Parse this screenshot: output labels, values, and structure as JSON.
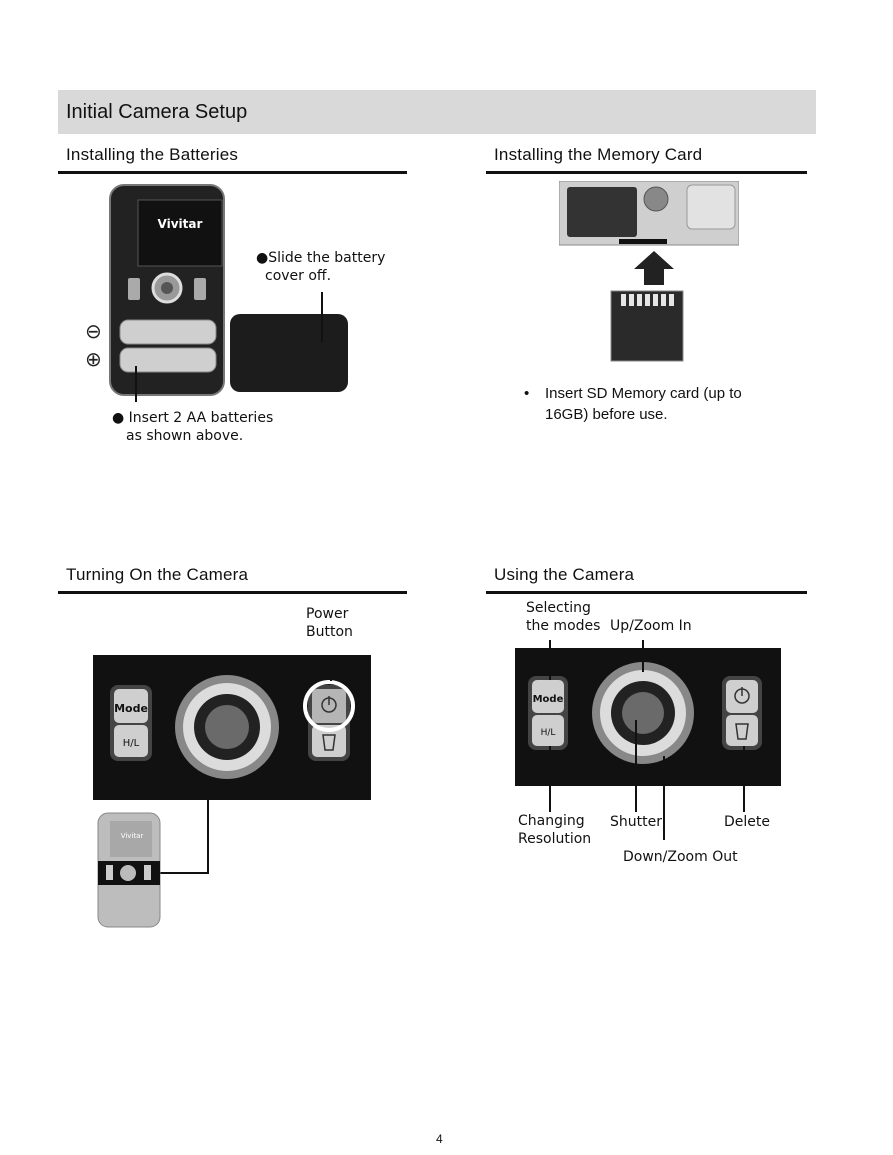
{
  "banner": {
    "title": "Initial Camera Setup"
  },
  "sections": {
    "batteries": {
      "title": "Installing the Batteries",
      "callout_cover": [
        "●Slide the battery",
        "cover off."
      ],
      "callout_batteries": [
        "● Insert 2 AA batteries",
        "as shown above."
      ],
      "camera_brand": "Vivitar",
      "polarity_minus": "⊖",
      "polarity_plus": "⊕"
    },
    "memory_card": {
      "title": "Installing the Memory Card",
      "bullet": "Insert SD Memory card (up to",
      "bullet_cont": "16GB) before use."
    },
    "turning_on": {
      "title": "Turning On the Camera",
      "callout_power": [
        "Power",
        "Button"
      ],
      "mode_label": "Mode",
      "hl_label": "H/L",
      "camera_brand": "Vivitar"
    },
    "using": {
      "title": "Using the Camera",
      "callout_modes": [
        "Selecting",
        "the modes"
      ],
      "callout_zoom_in": "Up/Zoom In",
      "callout_resolution": [
        "Changing",
        "Resolution"
      ],
      "callout_shutter": "Shutter",
      "callout_delete": "Delete",
      "callout_zoom_out": "Down/Zoom Out",
      "mode_label": "Mode",
      "hl_label": "H/L"
    }
  },
  "footer": {
    "page_number": "4"
  }
}
